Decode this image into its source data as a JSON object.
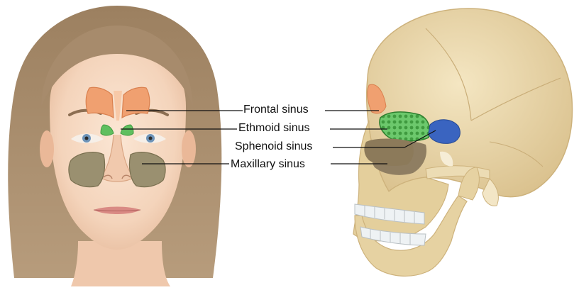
{
  "labels": {
    "frontal": "Frontal sinus",
    "ethmoid": "Ethmoid sinus",
    "sphenoid": "Sphenoid sinus",
    "maxillary": "Maxillary sinus"
  },
  "colors": {
    "frontal_sinus": "#f0a070",
    "ethmoid_sinus": "#5fbf5f",
    "sphenoid_sinus": "#3a64c0",
    "maxillary_sinus": "#9a9070",
    "skin": "#f7dcc6",
    "hair": "#a58a6e",
    "bone": "#e9d7a8"
  },
  "illustrations": {
    "left": "face-front-view-icon",
    "right": "skull-lateral-view-icon"
  }
}
